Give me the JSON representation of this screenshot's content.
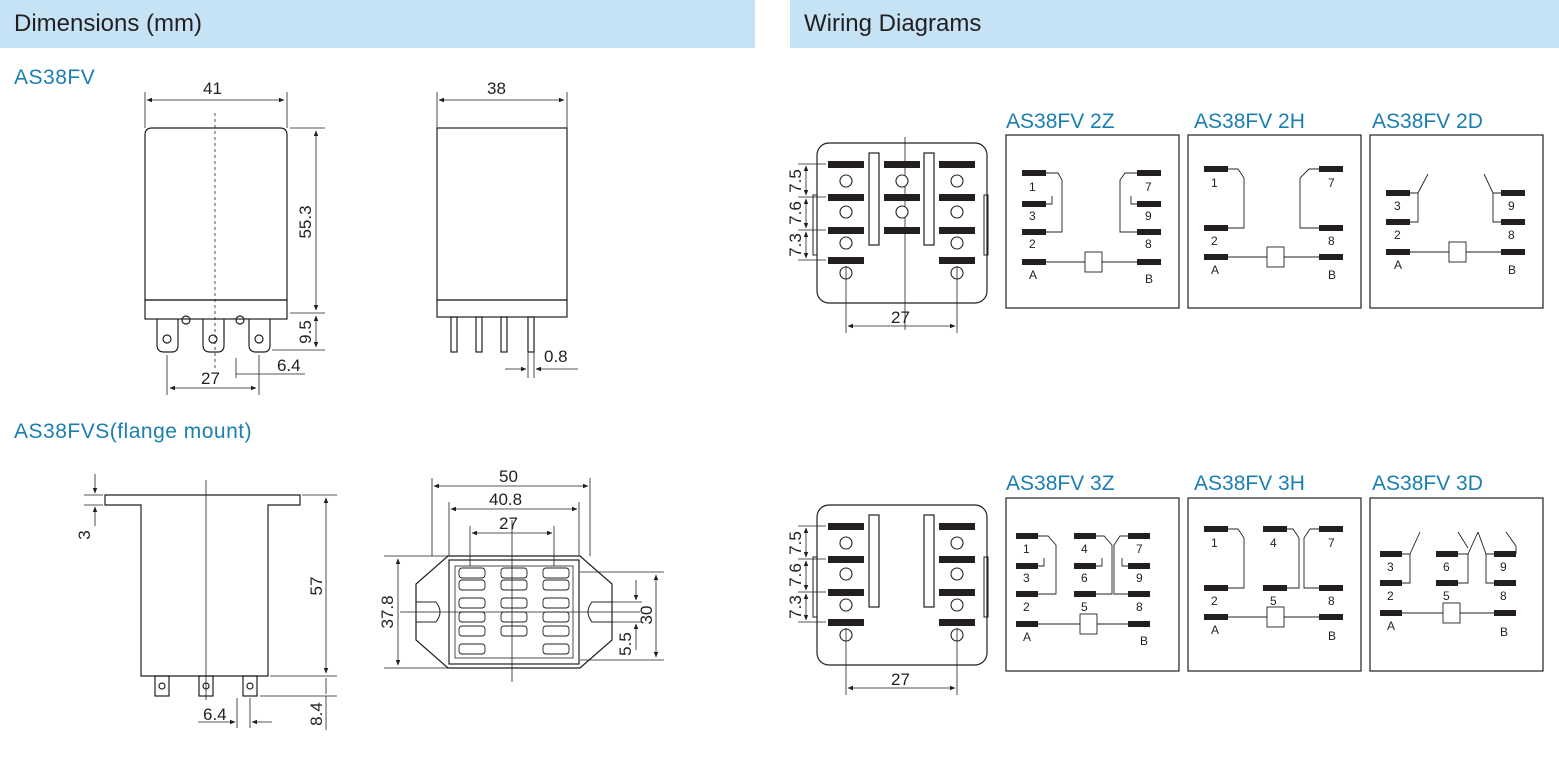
{
  "headers": {
    "dimensions": "Dimensions (mm)",
    "wiring": "Wiring Diagrams"
  },
  "models": {
    "as38fv": "AS38FV",
    "as38fvs": "AS38FVS(flange mount)"
  },
  "dimensions": {
    "front_width": "41",
    "side_width": "38",
    "body_height": "55.3",
    "pin_length": "9.5",
    "pin_spacing": "6.4",
    "pin_span": "27",
    "pin_thickness": "0.8",
    "flange_thickness": "3",
    "flange_height": "57",
    "flange_pin_spacing": "6.4",
    "flange_pin_length": "8.4",
    "flange_width": "50",
    "flange_inner_width": "40.8",
    "flange_pin_span": "27",
    "flange_depth": "37.8",
    "flange_slot_height": "30",
    "flange_slot_width": "5.5"
  },
  "wiring": {
    "pcb_pitch_labels": [
      "7.5",
      "7.6",
      "7.3"
    ],
    "pcb_span": "27",
    "diagrams": [
      {
        "title": "AS38FV 2Z",
        "type": "2Z"
      },
      {
        "title": "AS38FV 2H",
        "type": "2H"
      },
      {
        "title": "AS38FV 2D",
        "type": "2D"
      },
      {
        "title": "AS38FV 3Z",
        "type": "3Z"
      },
      {
        "title": "AS38FV 3H",
        "type": "3H"
      },
      {
        "title": "AS38FV 3D",
        "type": "3D"
      }
    ],
    "terminals": {
      "coil_a": "A",
      "coil_b": "B",
      "t1": "1",
      "t2": "2",
      "t3": "3",
      "t4": "4",
      "t5": "5",
      "t6": "6",
      "t7": "7",
      "t8": "8",
      "t9": "9"
    }
  }
}
